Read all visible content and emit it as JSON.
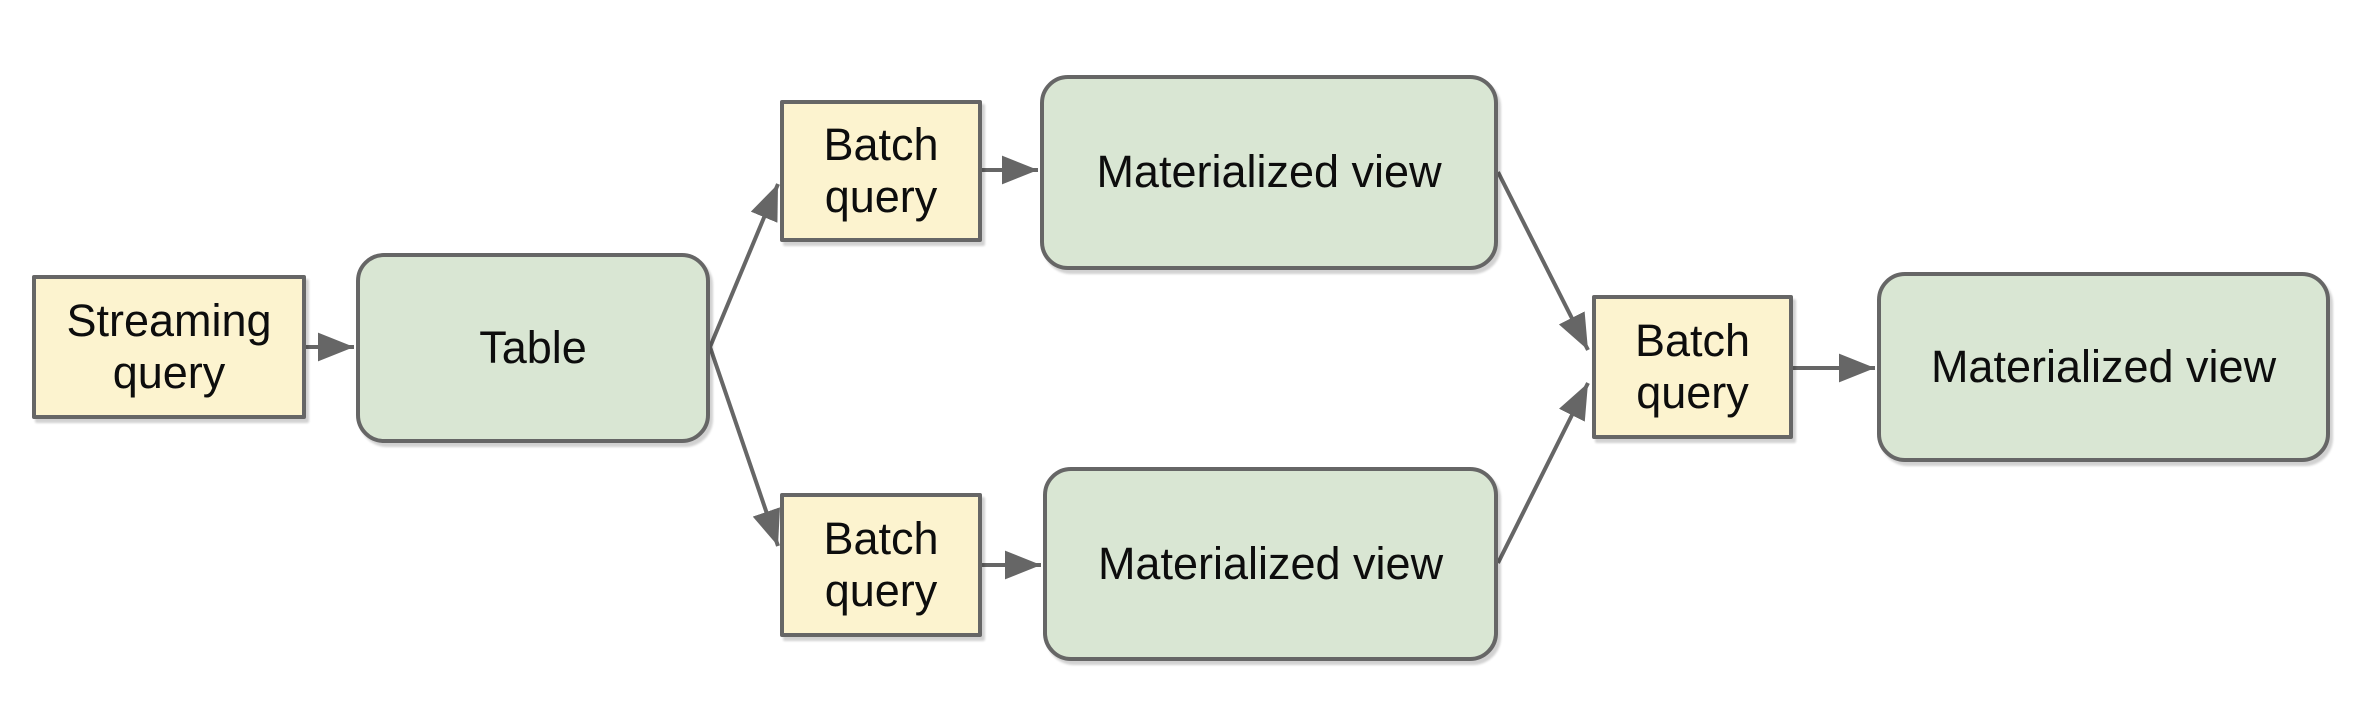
{
  "diagram": {
    "background": "#ffffff",
    "colors": {
      "query_fill": "#fcf3cf",
      "query_border": "#666666",
      "view_fill": "#d9e6d3",
      "view_border": "#666666",
      "arrow": "#666666",
      "text": "#0d0d0d"
    },
    "nodes": [
      {
        "id": "streaming-query",
        "label": "Streaming query",
        "kind": "query"
      },
      {
        "id": "table",
        "label": "Table",
        "kind": "view"
      },
      {
        "id": "batch-query-top",
        "label": "Batch query",
        "kind": "query"
      },
      {
        "id": "materialized-view-top",
        "label": "Materialized view",
        "kind": "view"
      },
      {
        "id": "batch-query-bottom",
        "label": "Batch query",
        "kind": "query"
      },
      {
        "id": "materialized-view-bottom",
        "label": "Materialized view",
        "kind": "view"
      },
      {
        "id": "batch-query-right",
        "label": "Batch query",
        "kind": "query"
      },
      {
        "id": "materialized-view-right",
        "label": "Materialized view",
        "kind": "view"
      }
    ],
    "edges": [
      {
        "from": "streaming-query",
        "to": "table"
      },
      {
        "from": "table",
        "to": "batch-query-top"
      },
      {
        "from": "table",
        "to": "batch-query-bottom"
      },
      {
        "from": "batch-query-top",
        "to": "materialized-view-top"
      },
      {
        "from": "batch-query-bottom",
        "to": "materialized-view-bottom"
      },
      {
        "from": "materialized-view-top",
        "to": "batch-query-right"
      },
      {
        "from": "materialized-view-bottom",
        "to": "batch-query-right"
      },
      {
        "from": "batch-query-right",
        "to": "materialized-view-right"
      }
    ]
  }
}
